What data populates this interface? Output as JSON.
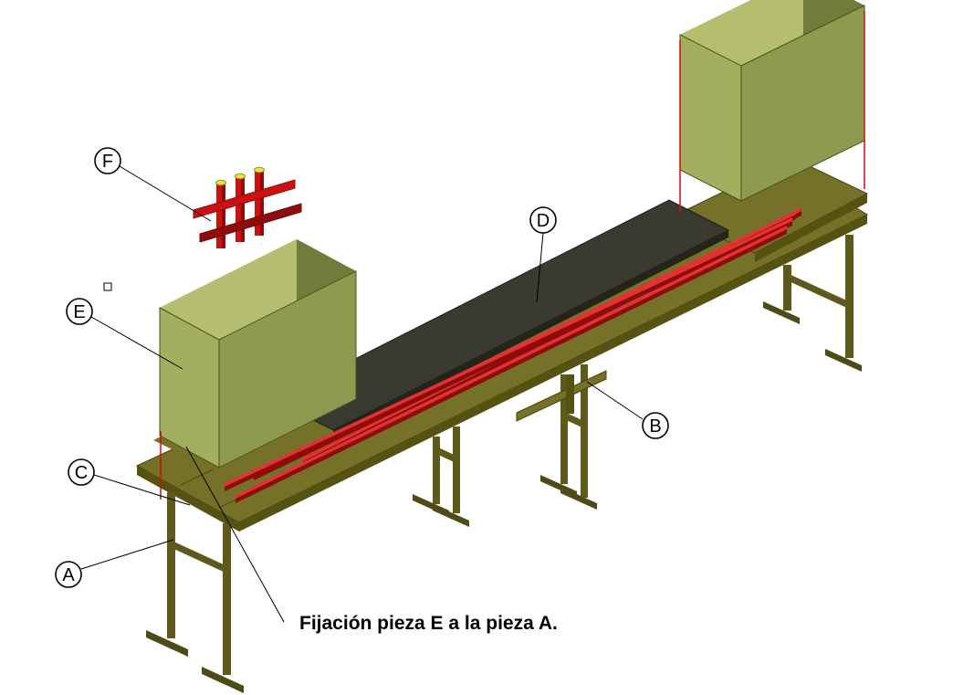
{
  "diagram": {
    "labels": [
      {
        "id": "A",
        "text": "A"
      },
      {
        "id": "B",
        "text": "B"
      },
      {
        "id": "C",
        "text": "C"
      },
      {
        "id": "D",
        "text": "D"
      },
      {
        "id": "E",
        "text": "E"
      },
      {
        "id": "F",
        "text": "F"
      }
    ],
    "annotation": "Fijación pieza E a la pieza A.",
    "colors": {
      "olive": "#767128",
      "olive_dark": "#565312",
      "leg": "#5e5a1c",
      "foot": "#4e4b16",
      "green_left": "#a3ae5e",
      "green_right": "#8e9b4e",
      "green_inner_light": "#b4be6e",
      "green_inner_dark": "#6f7c3a",
      "green_shadow": "#5f6a33",
      "plate": "#3a3a30",
      "plate_edge": "#24241c",
      "red": "#cc1111",
      "red_dark": "#8f0c0c",
      "red_light": "#e23333",
      "yellow": "#e8e24e"
    }
  }
}
